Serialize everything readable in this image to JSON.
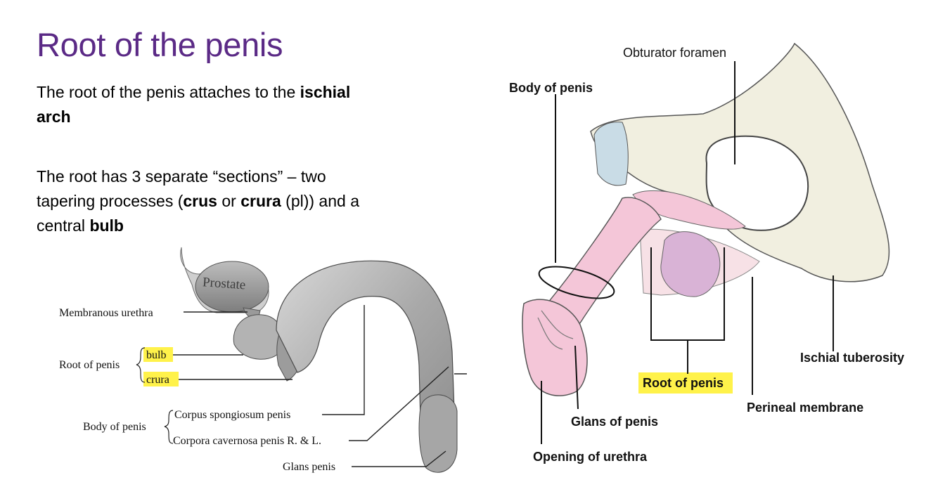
{
  "title": "Root of the penis",
  "paragraphs": {
    "p1": [
      "The root of the penis attaches to the ",
      "ischial arch"
    ],
    "p2": [
      "The root has 3 separate “sections” – two tapering processes (",
      "crus",
      " or ",
      "crura",
      " (pl)) and a central ",
      "bulb"
    ]
  },
  "left_figure": {
    "prostate": "Prostate",
    "membranous_urethra": "Membranous urethra",
    "root_of_penis": "Root of penis",
    "bulb": "bulb",
    "crura": "crura",
    "body_of_penis": "Body of penis",
    "corpus_spongiosum": "Corpus spongiosum penis",
    "corpora_cavernosa": "Corpora cavernosa penis R. & L.",
    "glans_penis": "Glans penis"
  },
  "right_figure": {
    "obturator_foramen": "Obturator foramen",
    "body_of_penis": "Body of penis",
    "ischial_tuberosity": "Ischial tuberosity",
    "root_of_penis": "Root of penis",
    "perineal_membrane": "Perineal membrane",
    "glans_of_penis": "Glans of penis",
    "opening_of_urethra": "Opening of urethra"
  },
  "colors": {
    "title": "#5b2a86",
    "highlight": "#fff24a",
    "bone": "#f1efe0",
    "penis": "#f4c6d8",
    "bulb": "#d9b3d6",
    "cartilage": "#c9dce6"
  }
}
